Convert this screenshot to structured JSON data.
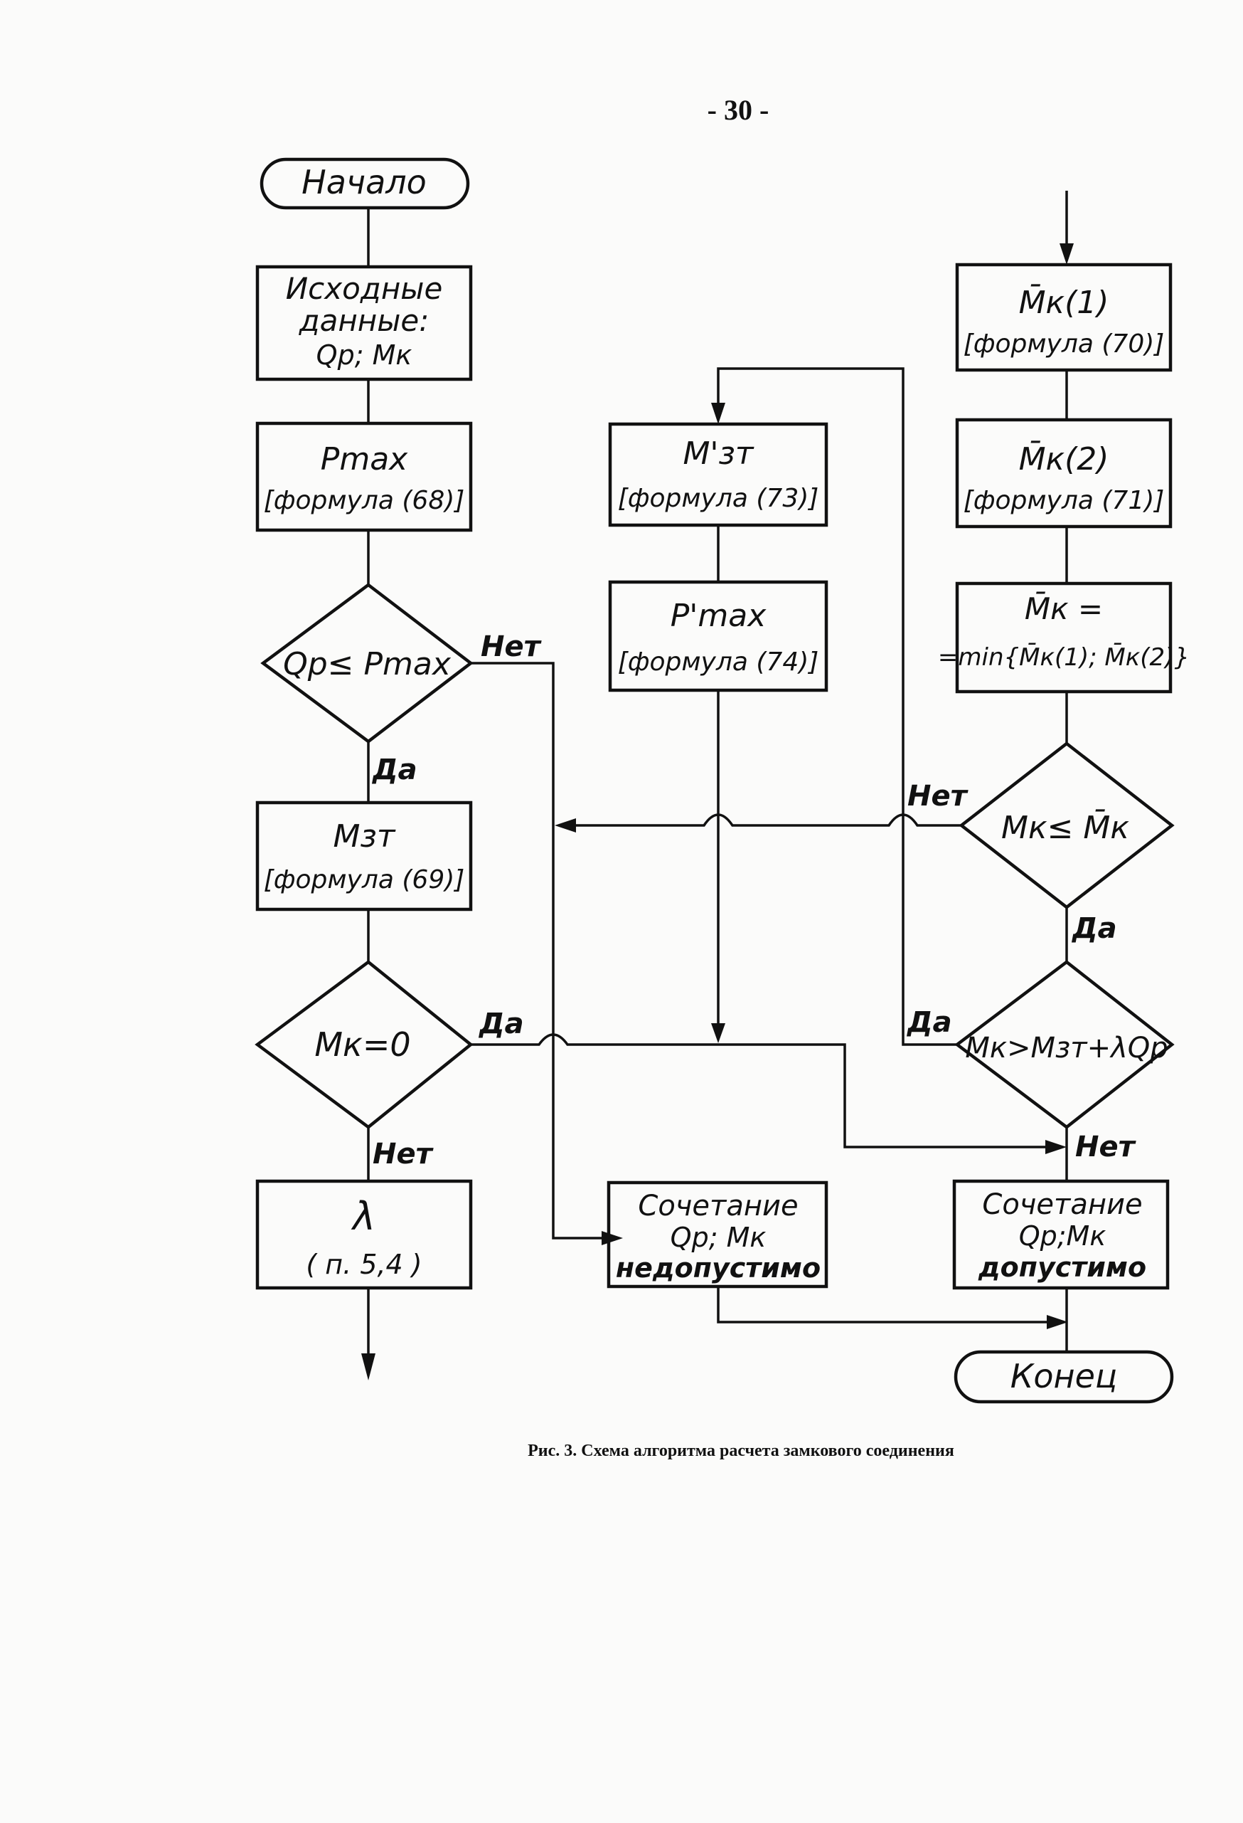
{
  "page_number": "- 30 -",
  "caption": "Рис. 3. Схема алгоритма расчета замкового соединения",
  "left_column": {
    "start": "Начало",
    "input": {
      "line1": "Исходные",
      "line2": "данные:",
      "line3": "Qр; Mк"
    },
    "pmax": {
      "symbol": "Pmax",
      "formula": "[формула (68)]"
    },
    "cond_q": "Qр≤ Pmax",
    "mzt": {
      "symbol": "Mзт",
      "formula": "[формула (69)]"
    },
    "cond_mk0": "Mк=0",
    "lambda": {
      "symbol": "λ",
      "ref": "( п. 5,4 )"
    }
  },
  "middle_column": {
    "mzt_prime": {
      "symbol": "M'зт",
      "formula": "[формула (73)]"
    },
    "pmax_prime": {
      "symbol": "P'max",
      "formula": "[формула (74)]"
    },
    "not_allowed": {
      "line1": "Сочетание",
      "line2": "Qр; Mк",
      "line3": "недопустимо"
    }
  },
  "right_column": {
    "mk1": {
      "symbol": "M̄к(1)",
      "formula": "[формула (70)]"
    },
    "mk2": {
      "symbol": "M̄к(2)",
      "formula": "[формула (71)]"
    },
    "mk_min": {
      "line1": "M̄к =",
      "line2": "=min{M̄к(1); M̄к(2)}"
    },
    "cond_mk_le": "Mк≤ M̄к",
    "cond_mk_gt": "Mк>Mзт+λQр",
    "allowed": {
      "line1": "Сочетание",
      "line2": "Qр;Mк",
      "line3": "допустимо"
    },
    "end": "Конец"
  },
  "labels": {
    "no": "Нет",
    "yes": "Да"
  }
}
